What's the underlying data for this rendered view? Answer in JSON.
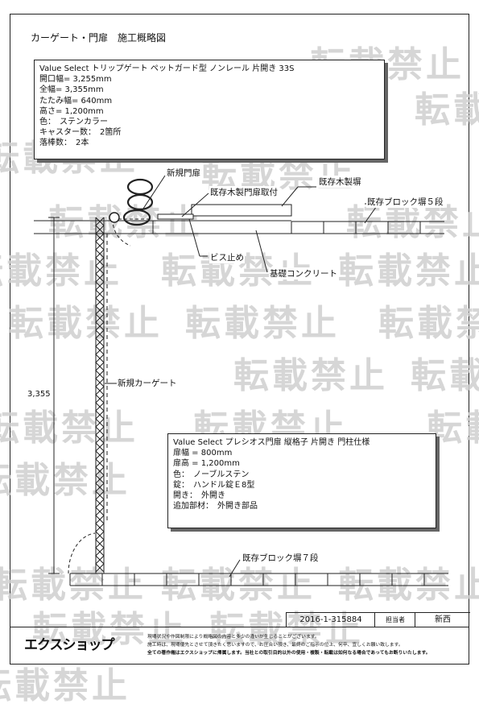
{
  "title": "カーゲート・門扉　施工概略図",
  "spec1": {
    "lines": [
      "Value Select トリップゲート ペットガード型 ノンレール 片開き 33S",
      "開口幅= 3,255mm",
      "全幅= 3,355mm",
      "たたみ幅= 640mm",
      "高さ= 1,200mm",
      "色：　ステンカラー",
      "キャスター数：　2箇所",
      "落棒数：　2本"
    ]
  },
  "spec2": {
    "lines": [
      "Value Select プレシオス門扉 縦格子 片開き 門柱仕様",
      "扉幅 = 800mm",
      "扉高 = 1,200mm",
      "色：　ノーブルステン",
      "錠：　ハンドル錠Ｅ8型",
      "開き：　外開き",
      "追加部材：　外開き部品"
    ]
  },
  "labels": {
    "new_gate": "新規門扉",
    "existing_wood_wall": "既存木製塀",
    "existing_wood_door_mount": "既存木製門扉取付",
    "existing_block_wall_top": "既存ブロック塀５段",
    "screw_fix": "ビス止め",
    "foundation_concrete": "基礎コンクリート",
    "new_car_gate": "新規カーゲート",
    "existing_block_wall_bottom": "既存ブロック塀７段",
    "dimension_3355": "3,355"
  },
  "watermark": "転載禁止",
  "footer": {
    "doc_number": "2016-1-315884",
    "responsible_label": "担当者",
    "responsible_name": "新西",
    "logo": "エクスショップ",
    "notice_lines": [
      "現場状況や作図制限により概略図の内容と多少の違いが生じることがございます。",
      "施工時は、現場優先とさせて頂きたく思いますので、お圧合い頂き、最終のご指示の位上、何卒、宜しくお願い致します。",
      "全ての著作権はエクスショップに帰属します。当社との取引目的以外の使用・複製・転載は如何なる場合であってもお断りいたします。"
    ]
  }
}
